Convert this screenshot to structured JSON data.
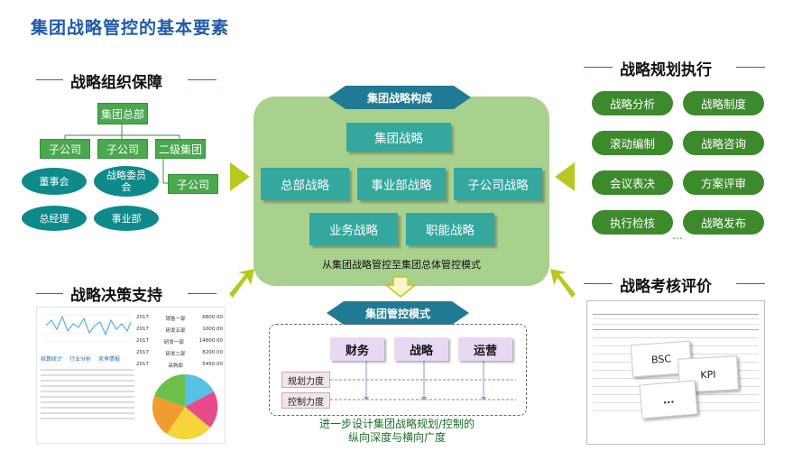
{
  "title": "集团战略管控的基本要素",
  "org": {
    "title": "战略组织保障",
    "root": "集团总部",
    "level2": [
      "子公司",
      "子公司",
      "二级集团"
    ],
    "sub": "子公司",
    "ellipses": [
      "董事会",
      "战略委员会",
      "总经理",
      "事业部"
    ]
  },
  "exec": {
    "title": "战略规划执行",
    "pills": [
      "战略分析",
      "战略制度",
      "滚动编制",
      "战略咨询",
      "会议表决",
      "方案评审",
      "执行检核",
      "战略发布"
    ],
    "more": "…"
  },
  "center": {
    "label": "集团战略构成",
    "boxes": [
      "集团战略",
      "总部战略",
      "事业部战略",
      "子公司战略",
      "业务战略",
      "职能战略"
    ],
    "caption": "从集团战略管控至集团总体管控模式"
  },
  "decision": {
    "title": "战略决策支持",
    "rows": [
      [
        "2017",
        "销售一部",
        "6800.00"
      ],
      [
        "2017",
        "研发五部",
        "1000.00"
      ],
      [
        "2017",
        "研发一部",
        "14800.00"
      ],
      [
        "2017",
        "研发二部",
        "8200.00"
      ],
      [
        "2017",
        "采购部",
        "5450.00"
      ]
    ],
    "tabs": [
      "核算统计",
      "行业分析",
      "竞争情报"
    ]
  },
  "mode": {
    "label": "集团管控模式",
    "items": [
      "财务",
      "战略",
      "运营"
    ],
    "labels": [
      "规划力度",
      "控制力度"
    ],
    "caption1": "进一步设计集团战略规划/控制的",
    "caption2": "纵向深度与横向广度"
  },
  "eval": {
    "title": "战略考核评价",
    "docs": [
      "BSC",
      "KPI",
      "..."
    ]
  },
  "colors": {
    "accent_green": "#4aa84e",
    "teal": "#34a79e",
    "pill_green": "#3c8a2c",
    "arrow": "#b8c820",
    "title_blue": "#1f5ba8"
  }
}
